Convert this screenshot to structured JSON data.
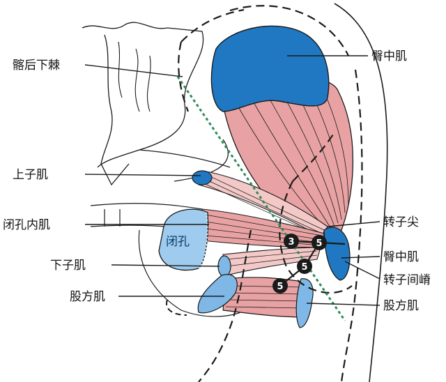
{
  "colors": {
    "muscle_fill": "#e8a2a3",
    "muscle_light": "#f3c9c7",
    "attachment_dark": "#1f78c1",
    "attachment_light": "#7fb8e6",
    "foramen_fill": "#9ecbee",
    "guide_line": "#2e8b57",
    "outline": "#1a1a1a"
  },
  "labels": {
    "posterior_inferior_iliac_spine": "髂后下棘",
    "gluteus_medius_top": "臀中肌",
    "superior_gemellus": "上子肌",
    "obturator_internus": "闭孔内肌",
    "obturator_foramen": "闭孔",
    "inferior_gemellus": "下子肌",
    "quadratus_femoris_left": "股方肌",
    "greater_trochanter_tip": "转子尖",
    "gluteus_medius_right": "臀中肌",
    "intertrochanteric_crest": "转子间嵴",
    "quadratus_femoris_right": "股方肌"
  },
  "markers": [
    "3",
    "5",
    "5",
    "5"
  ]
}
